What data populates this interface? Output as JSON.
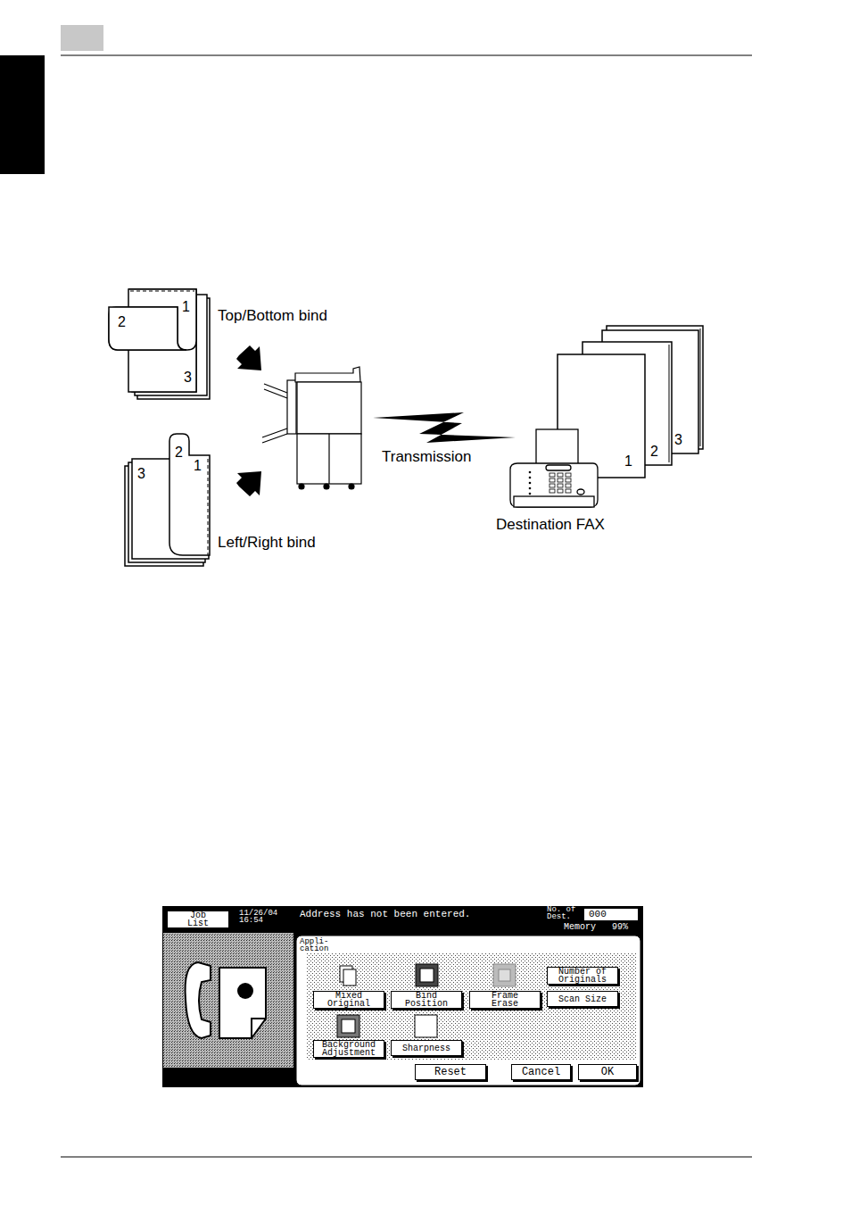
{
  "diagram": {
    "nodes": [
      {
        "text": [
          "Job List"
        ]
      },
      {
        "text": [
          "Mixed Original"
        ]
      },
      {
        "text": [
          "Bind Position"
        ]
      },
      {
        "text": [
          "Frame Erase"
        ]
      },
      {
        "text": [
          "Number of Originals"
        ]
      },
      {
        "text": [
          "Scan Size"
        ]
      },
      {
        "text": [
          "Background Adjustment"
        ]
      },
      {
        "text": [
          "Sharpness"
        ]
      },
      {
        "text": [
          "Reset"
        ]
      },
      {
        "text": [
          "Cancel"
        ]
      },
      {
        "text": [
          "OK"
        ]
      }
    ],
    "labels": [
      "1",
      "2",
      "3",
      "Top/Bottom bind",
      "3",
      "2",
      "1",
      "Left/Right bind",
      "Transmission",
      "1",
      "2",
      "3",
      "Destination FAX",
      "11/26/04 16:54",
      "Address has not been entered.",
      "No. of Dest.",
      "000",
      "Memory",
      "99%",
      "Appli- cation"
    ]
  }
}
